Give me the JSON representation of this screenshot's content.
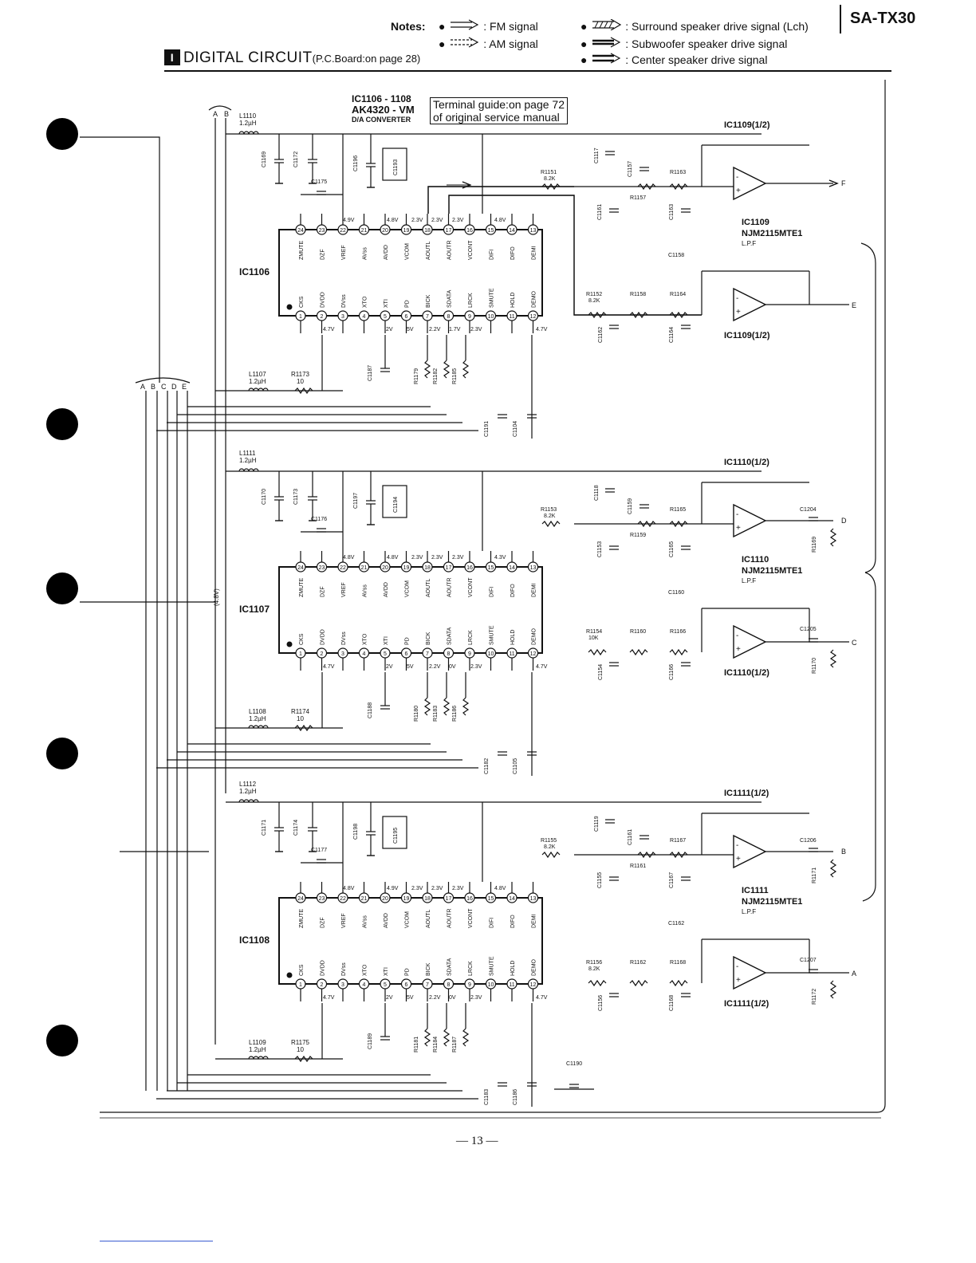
{
  "header": {
    "model": "SA-TX30",
    "notes_label": "Notes:",
    "legend": [
      {
        "label": ": FM signal"
      },
      {
        "label": ": AM signal"
      },
      {
        "label": ": Surround speaker drive signal (Lch)"
      },
      {
        "label": ": Subwoofer speaker drive signal"
      },
      {
        "label": ": Center speaker drive signal"
      }
    ],
    "section_badge": "I",
    "section_title": "DIGITAL  CIRCUIT",
    "section_ref": "(P.C.Board:on page 28)"
  },
  "top": {
    "ic_range": "IC1106 - 1108",
    "ic_part": "AK4320 - VM",
    "ic_func": "D/A CONVERTER",
    "terminal_guide_1": "Terminal guide:on page 72",
    "terminal_guide_2": "of original service manual"
  },
  "pins_top": [
    {
      "num": "24",
      "name": "ZMUTE"
    },
    {
      "num": "23",
      "name": "DZF"
    },
    {
      "num": "22",
      "name": "VREF"
    },
    {
      "num": "21",
      "name": "AVss"
    },
    {
      "num": "20",
      "name": "AVDD"
    },
    {
      "num": "19",
      "name": "VCOM"
    },
    {
      "num": "18",
      "name": "AOUTL"
    },
    {
      "num": "17",
      "name": "AOUTR"
    },
    {
      "num": "16",
      "name": "VCONT"
    },
    {
      "num": "15",
      "name": "DIFI"
    },
    {
      "num": "14",
      "name": "DIFO"
    },
    {
      "num": "13",
      "name": "DEMI"
    }
  ],
  "pins_bottom": [
    {
      "num": "1",
      "name": "CKS"
    },
    {
      "num": "2",
      "name": "DVDD"
    },
    {
      "num": "3",
      "name": "DVss"
    },
    {
      "num": "4",
      "name": "XTO"
    },
    {
      "num": "5",
      "name": "XTI"
    },
    {
      "num": "6",
      "name": "PD"
    },
    {
      "num": "7",
      "name": "BICK"
    },
    {
      "num": "8",
      "name": "SDATA"
    },
    {
      "num": "9",
      "name": "LRCK"
    },
    {
      "num": "10",
      "name": "SMUTE"
    },
    {
      "num": "11",
      "name": "HOLD"
    },
    {
      "num": "12",
      "name": "DEMO"
    }
  ],
  "bus_top_labels": [
    "A",
    "B"
  ],
  "bus_mid_labels": [
    "A",
    "B",
    "C",
    "D",
    "E"
  ],
  "vbus_label": "(4.8V)",
  "blocks": [
    {
      "ic": "IC1106",
      "opamp_top": "IC1109(1/2)",
      "opamp_bot": "IC1109(1/2)",
      "opamp_name": "IC1109",
      "opamp_part": "NJM2115MTE1",
      "opamp_func": "L.P.F",
      "lin": "L1110",
      "lin_val": "1.2µH",
      "lout": "L1107",
      "lout_val": "1.2µH",
      "rout": "R1173",
      "rout_val": "10",
      "caps": [
        "C1169",
        "C1172",
        "C1175",
        "C1196",
        "C1193",
        "C1187",
        "C1191",
        "C1104",
        "C1117",
        "C1157",
        "C1161",
        "C1163",
        "C1158",
        "C1162",
        "C1164"
      ],
      "res": [
        "R1151",
        "R1152",
        "R1157",
        "R1158",
        "R1163",
        "R1164",
        "R1179",
        "R1182",
        "R1185"
      ],
      "r_top": "R1151",
      "r_top_val": "8.2K",
      "r_bot": "R1152",
      "r_bot_val": "8.2K",
      "out_top": "F",
      "out_bot": "E",
      "v_top": [
        "4.9V",
        "4.8V",
        "2.3V",
        "2.3V",
        "2.3V",
        "4.8V"
      ],
      "v_bot": [
        "4.7V",
        "2V",
        "5V",
        "2.2V",
        "1.7V",
        "2.3V",
        "4.7V"
      ]
    },
    {
      "ic": "IC1107",
      "opamp_top": "IC1110(1/2)",
      "opamp_bot": "IC1110(1/2)",
      "opamp_name": "IC1110",
      "opamp_part": "NJM2115MTE1",
      "opamp_func": "L.P.F",
      "lin": "L1111",
      "lin_val": "1.2µH",
      "lout": "L1108",
      "lout_val": "1.2µH",
      "rout": "R1174",
      "rout_val": "10",
      "caps": [
        "C1170",
        "C1173",
        "C1176",
        "C1197",
        "C1194",
        "C1188",
        "C1182",
        "C1105",
        "C1118",
        "C1159",
        "C1153",
        "C1165",
        "C1160",
        "C1154",
        "C1166",
        "C1204",
        "C1205"
      ],
      "res": [
        "R1153",
        "R1154",
        "R1159",
        "R1160",
        "R1165",
        "R1166",
        "R1180",
        "R1183",
        "R1186",
        "R1169",
        "R1170"
      ],
      "r_top": "R1153",
      "r_top_val": "8.2K",
      "r_bot": "R1154",
      "r_bot_val": "10K",
      "out_top": "D",
      "out_bot": "C",
      "v_top": [
        "4.8V",
        "4.8V",
        "2.3V",
        "2.3V",
        "2.3V",
        "4.3V"
      ],
      "v_bot": [
        "4.7V",
        "2V",
        "5V",
        "2.2V",
        "0V",
        "2.3V",
        "4.7V"
      ]
    },
    {
      "ic": "IC1108",
      "opamp_top": "IC1111(1/2)",
      "opamp_bot": "IC1111(1/2)",
      "opamp_name": "IC1111",
      "opamp_part": "NJM2115MTE1",
      "opamp_func": "L.P.F",
      "lin": "L1112",
      "lin_val": "1.2µH",
      "lout": "L1109",
      "lout_val": "1.2µH",
      "rout": "R1175",
      "rout_val": "10",
      "caps": [
        "C1171",
        "C1174",
        "C1177",
        "C1198",
        "C1195",
        "C1189",
        "C1183",
        "C1186",
        "C1119",
        "C1161",
        "C1155",
        "C1167",
        "C1162",
        "C1156",
        "C1168",
        "C1206",
        "C1207",
        "C1190"
      ],
      "res": [
        "R1155",
        "R1156",
        "R1161",
        "R1162",
        "R1167",
        "R1168",
        "R1181",
        "R1184",
        "R1187",
        "R1171",
        "R1172"
      ],
      "r_top": "R1155",
      "r_top_val": "8.2K",
      "r_bot": "R1156",
      "r_bot_val": "8.2K",
      "out_top": "B",
      "out_bot": "A",
      "v_top": [
        "4.8V",
        "4.9V",
        "2.3V",
        "2.3V",
        "2.3V",
        "4.8V"
      ],
      "v_bot": [
        "4.7V",
        "2V",
        "5V",
        "2.2V",
        "0V",
        "2.3V",
        "4.7V"
      ]
    }
  ],
  "page_number": "— 13 —"
}
